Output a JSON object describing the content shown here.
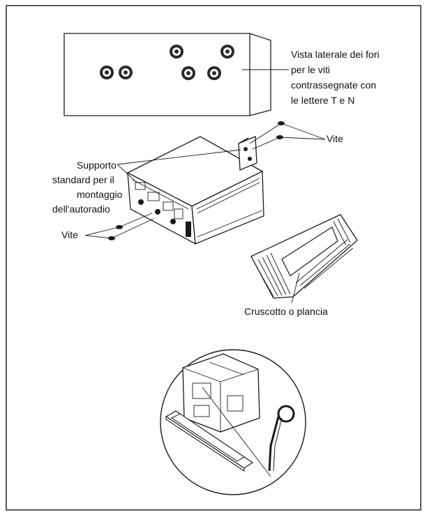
{
  "labels": {
    "side_view_line1": "Vista laterale dei fori",
    "side_view_line2": "per le viti",
    "side_view_line3": "contrassegnate con",
    "side_view_line4": "le lettere T e N",
    "screw_top": "Vite",
    "bracket_line1": "Supporto",
    "bracket_line2": "standard per il",
    "bracket_line3": "montaggio",
    "bracket_line4": "dell'autoradio",
    "screw_left": "Vite",
    "dashboard": "Cruscotto o plancia"
  },
  "colors": {
    "line": "#1a1a1a",
    "background": "#ffffff",
    "frame": "#333333"
  }
}
